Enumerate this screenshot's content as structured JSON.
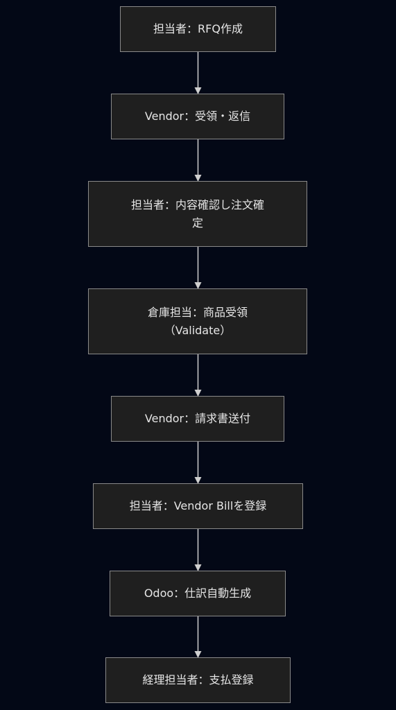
{
  "flowchart": {
    "steps": [
      "担当者：RFQ作成",
      "Vendor：受領・返信",
      "担当者：内容確認し注文確\n定",
      "倉庫担当：商品受領\n（Validate）",
      "Vendor：請求書送付",
      "担当者：Vendor Billを登録",
      "Odoo：仕訳自動生成",
      "経理担当者：支払登録"
    ]
  },
  "colors": {
    "background": "#030816",
    "node_fill": "#1f1f1f",
    "node_border": "#8a8a8a",
    "text": "#e6e6e6",
    "arrow": "#cfcfcf"
  }
}
